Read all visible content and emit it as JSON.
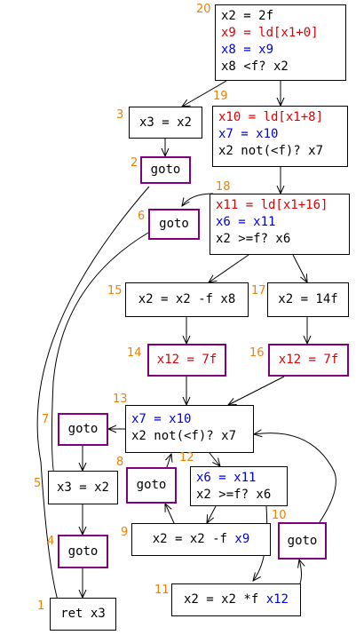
{
  "colors": {
    "definition": "#dd0000",
    "copy": "#0000dd",
    "label": "#f08000",
    "goto_border": "#800080"
  },
  "blocks": {
    "b20": {
      "num": "20",
      "lines": [
        "x2 = 2f",
        "x9 = ld[x1+0]",
        "x8 = x9",
        "x8 <f? x2"
      ]
    },
    "b19": {
      "num": "19",
      "lines": [
        "x10 = ld[x1+8]",
        "x7 = x10",
        "x2 not(<f)? x7"
      ]
    },
    "b3": {
      "num": "3",
      "lines": [
        "x3 = x2"
      ]
    },
    "b2": {
      "num": "2",
      "lines": [
        "goto"
      ]
    },
    "b18": {
      "num": "18",
      "lines": [
        "x11 = ld[x1+16]",
        "x6 = x11",
        "x2 >=f? x6"
      ]
    },
    "b6": {
      "num": "6",
      "lines": [
        "goto"
      ]
    },
    "b15": {
      "num": "15",
      "lines": [
        "x2 = x2 -f x8"
      ]
    },
    "b17": {
      "num": "17",
      "lines": [
        "x2 = 14f"
      ]
    },
    "b14": {
      "num": "14",
      "lines": [
        "x12 = 7f"
      ]
    },
    "b16": {
      "num": "16",
      "lines": [
        "x12 = 7f"
      ]
    },
    "b13": {
      "num": "13",
      "lines": [
        "x7 = x10",
        "x2 not(<f)? x7"
      ]
    },
    "b7": {
      "num": "7",
      "lines": [
        "goto"
      ]
    },
    "b8": {
      "num": "8",
      "lines": [
        "goto"
      ]
    },
    "b12": {
      "num": "12",
      "lines": [
        "x6 = x11",
        "x2 >=f? x6"
      ]
    },
    "b5": {
      "num": "5",
      "lines": [
        "x3 = x2"
      ]
    },
    "b9": {
      "num": "9",
      "lines": [
        "x2 = x2 -f ",
        "x9"
      ]
    },
    "b10": {
      "num": "10",
      "lines": [
        "goto"
      ]
    },
    "b4": {
      "num": "4",
      "lines": [
        "goto"
      ]
    },
    "b11": {
      "num": "11",
      "lines": [
        "x2 = x2 *f ",
        "x12"
      ]
    },
    "b1": {
      "num": "1",
      "lines": [
        "ret x3"
      ]
    }
  }
}
